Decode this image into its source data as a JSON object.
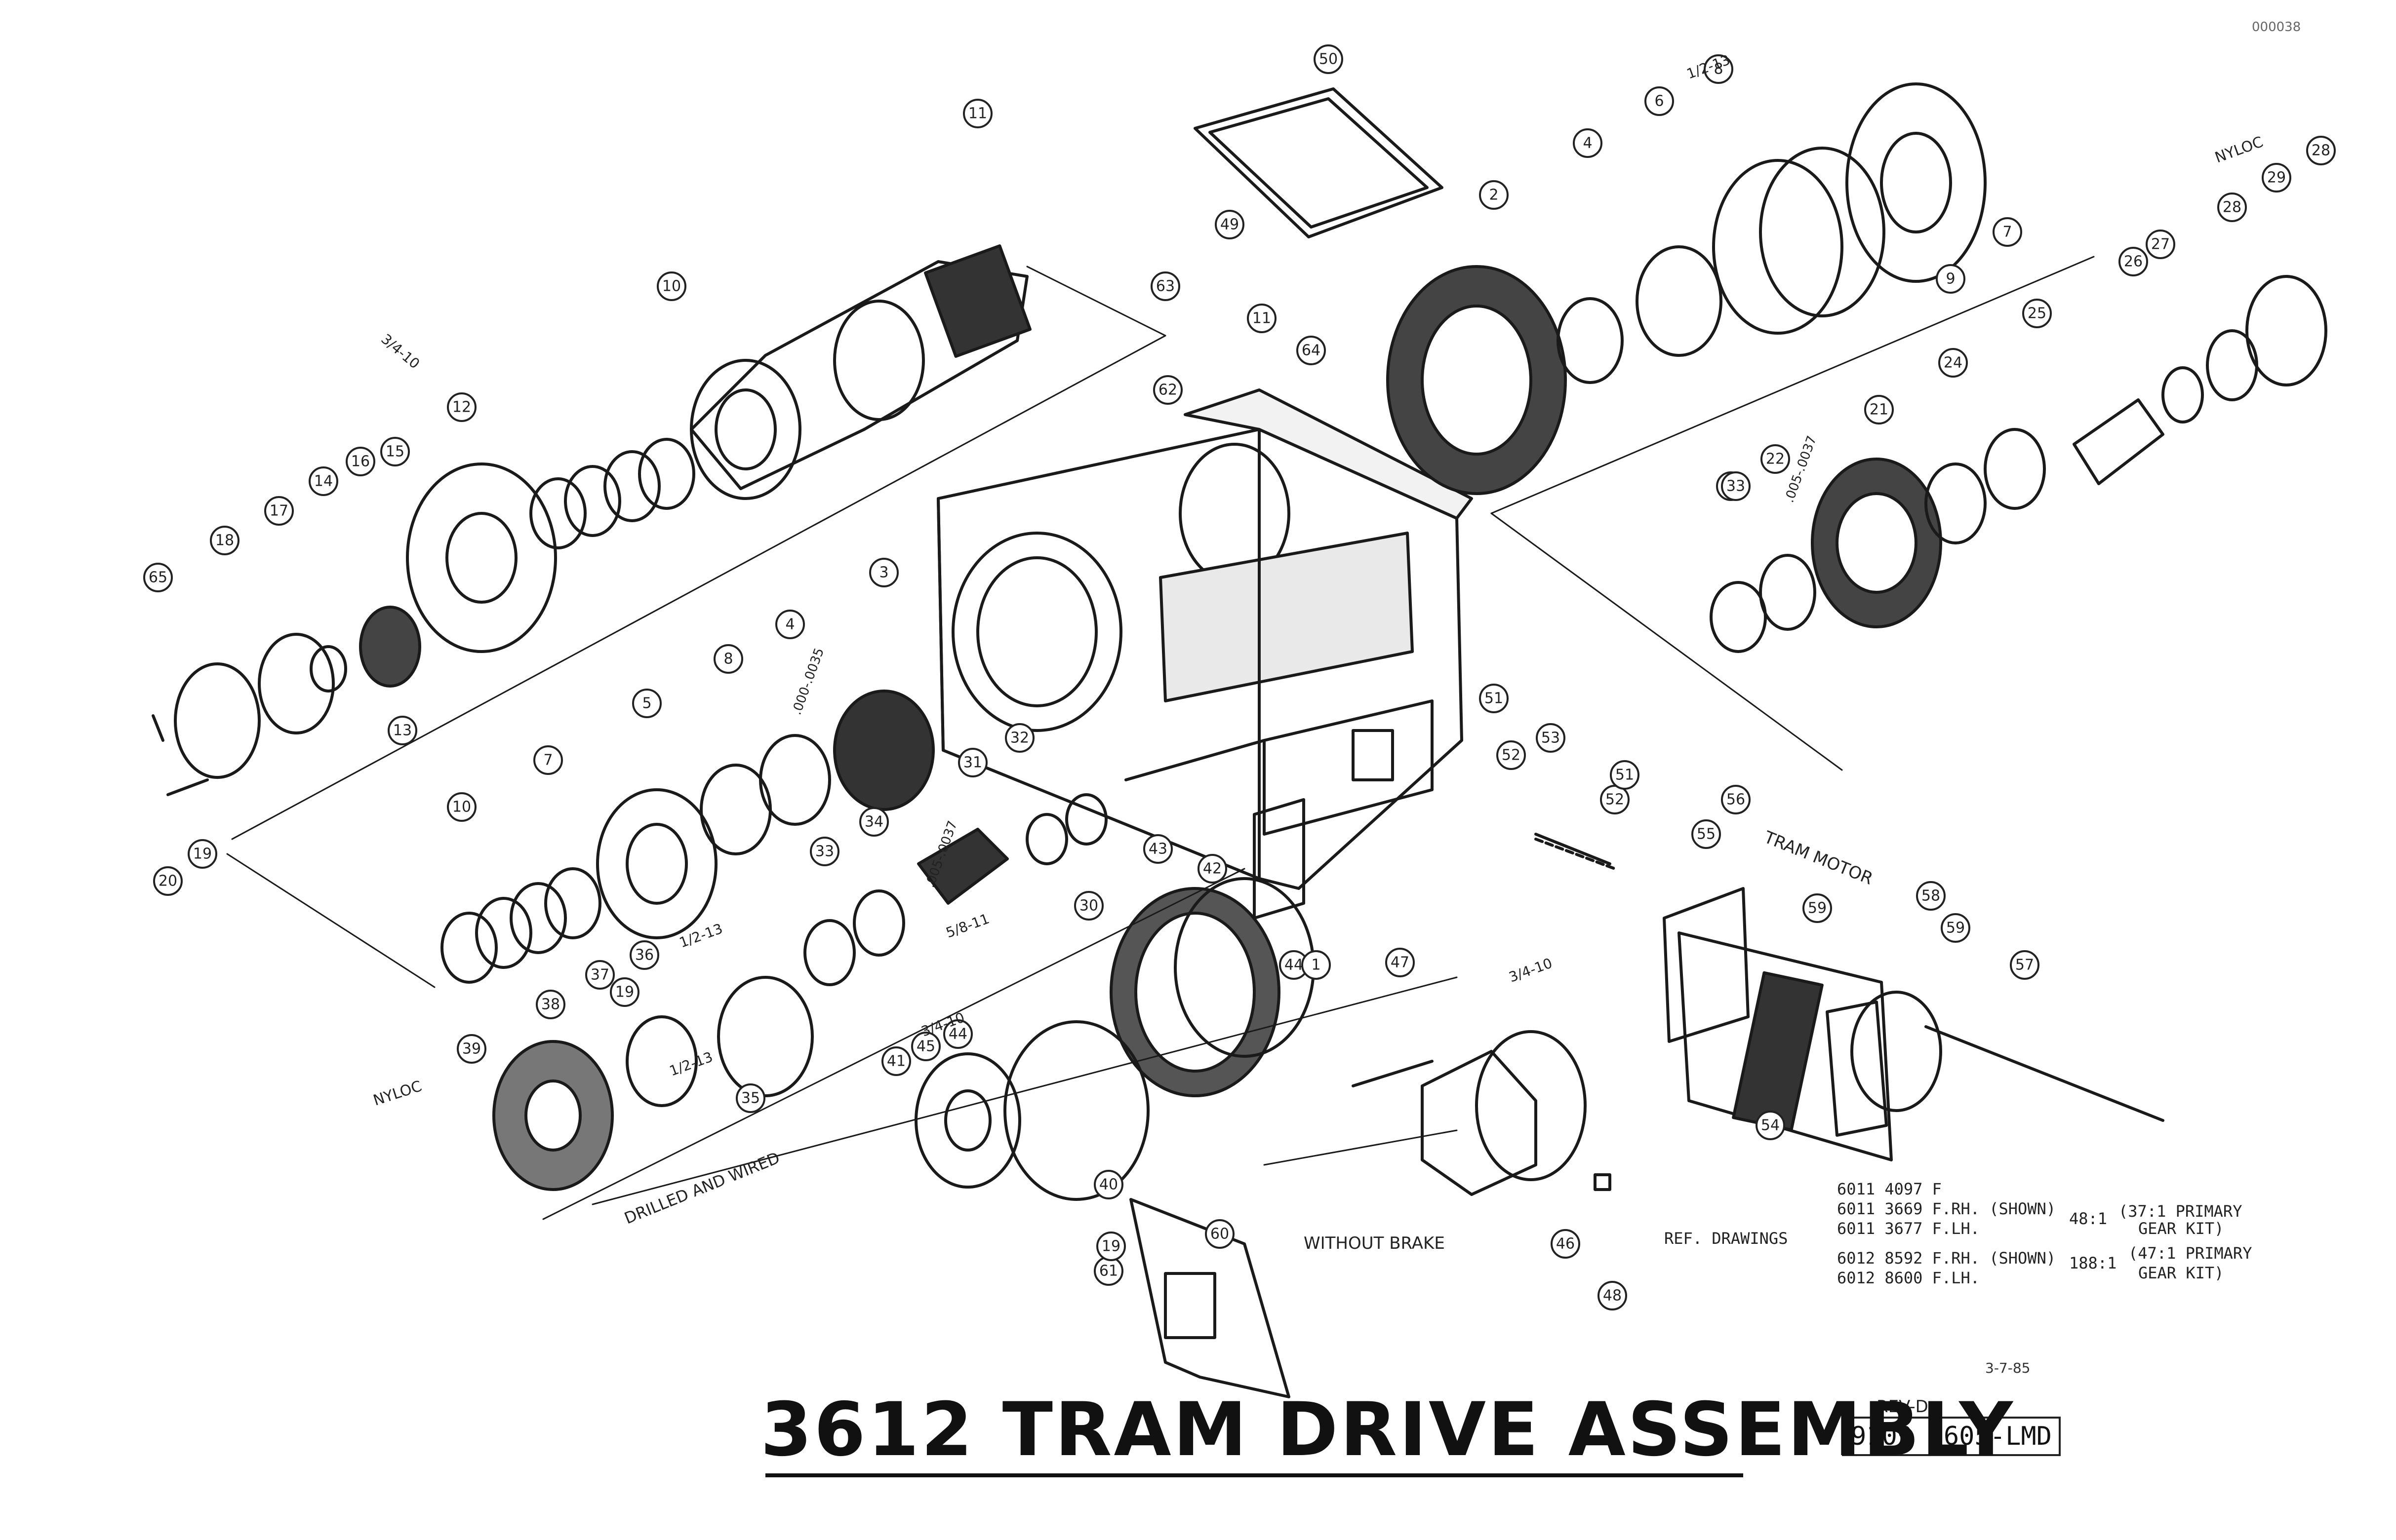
{
  "drawing": {
    "title": "3612 TRAM DRIVE ASSEMBLY",
    "drawing_number": "9109 0605-LMD",
    "revision": "REV-D",
    "corner_stamp": "000038",
    "signature_date": "3-7-85"
  },
  "notes": {
    "tram_motor": "TRAM MOTOR",
    "without_brake": "WITHOUT BRAKE",
    "drilled_and_wired": "DRILLED AND WIRED",
    "nyloc_left": "NYLOC",
    "nyloc_right": "NYLOC",
    "thread_34_10_a": "3/4-10",
    "thread_34_10_b": "3/4-10",
    "thread_34_10_c": "3/4-10",
    "thread_12_13_a": "1/2-13",
    "thread_12_13_b": "1/2-13",
    "thread_12_13_c": "1/2-13",
    "thread_58_11": "5/8-11",
    "fit_000_0035": ".000-.0035",
    "fit_005_0037_a": ".005-.0037",
    "fit_005_0037_b": ".005-.0037"
  },
  "ref_drawings": {
    "label": "REF. DRAWINGS",
    "rows": [
      "6011 4097 F",
      "6011 3669 F.RH. (SHOWN)",
      "6011 3677 F.LH.",
      "6012 8592 F.RH. (SHOWN)",
      "6012 8600 F.LH."
    ],
    "kit_1_ratio": "48:1",
    "kit_1_text": "(37:1 PRIMARY",
    "kit_1_text_2": "GEAR KIT)",
    "kit_2_ratio": "188:1",
    "kit_2_text": "(47:1 PRIMARY",
    "kit_2_text_2": "GEAR KIT)"
  },
  "callouts": [
    "50",
    "11",
    "10",
    "12",
    "15",
    "16",
    "14",
    "17",
    "18",
    "65",
    "13",
    "20",
    "19",
    "63",
    "49",
    "62",
    "11",
    "64",
    "2",
    "4",
    "6",
    "8",
    "9",
    "7",
    "3",
    "4",
    "8",
    "5",
    "7",
    "10",
    "33",
    "34",
    "31",
    "32",
    "30",
    "43",
    "42",
    "44",
    "44",
    "45",
    "41",
    "40",
    "39",
    "38",
    "37",
    "19",
    "36",
    "35",
    "1",
    "47",
    "46",
    "48",
    "60",
    "61",
    "19",
    "21",
    "22",
    "23",
    "24",
    "25",
    "26",
    "27",
    "28",
    "29",
    "28",
    "33",
    "51",
    "52",
    "53",
    "52",
    "51",
    "56",
    "55",
    "58",
    "59",
    "57",
    "54",
    "59"
  ]
}
